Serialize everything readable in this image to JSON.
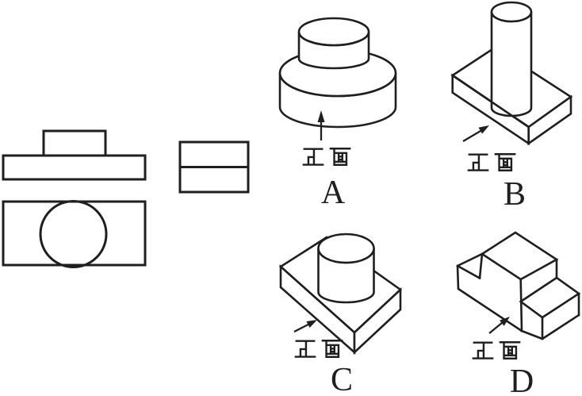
{
  "colors": {
    "ink": "#1f1f1f",
    "paper": "#ffffff"
  },
  "figure": {
    "options": [
      {
        "letter": "A",
        "front_label": "正面"
      },
      {
        "letter": "B",
        "front_label": "正面"
      },
      {
        "letter": "C",
        "front_label": "正面"
      },
      {
        "letter": "D",
        "front_label": "正面"
      }
    ]
  }
}
